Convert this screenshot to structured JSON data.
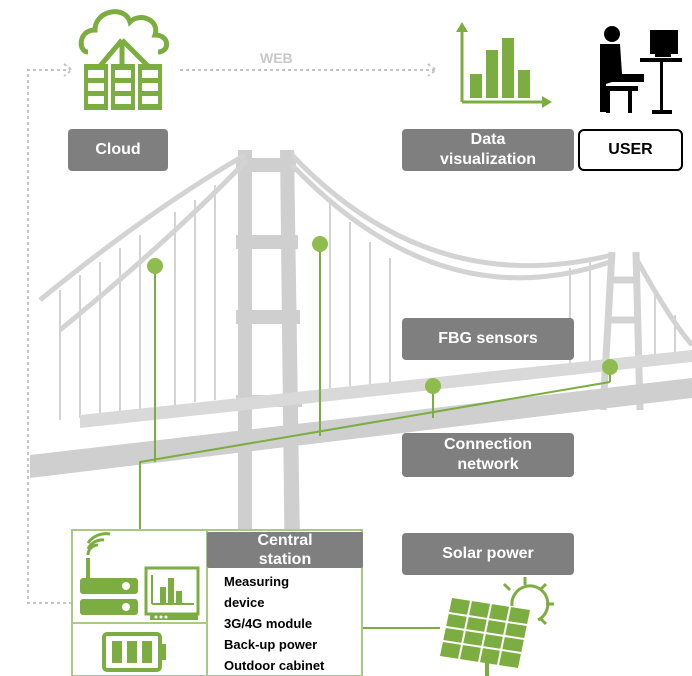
{
  "labels": {
    "cloud": "Cloud",
    "web": "WEB",
    "data_visualization": [
      "Data",
      "visualization"
    ],
    "user": "USER",
    "fbg_sensors": "FBG sensors",
    "connection_network": [
      "Connection",
      "network"
    ],
    "solar_power": "Solar power",
    "central_station": [
      "Central",
      "station"
    ]
  },
  "central_station_items": [
    "Measuring",
    "device",
    "3G/4G module",
    "Back-up power",
    "Outdoor cabinet"
  ],
  "icons": [
    "cloud-server-icon",
    "bar-chart-icon",
    "user-at-computer-icon",
    "wifi-router-icon",
    "monitor-chart-icon",
    "battery-icon",
    "solar-panel-icon",
    "sun-icon"
  ],
  "colors": {
    "accent_green": "#7cad41",
    "bridge_gray": "#d3d3d3",
    "label_gray": "#7f7f7f",
    "dotted_line": "#c4c4c4"
  }
}
